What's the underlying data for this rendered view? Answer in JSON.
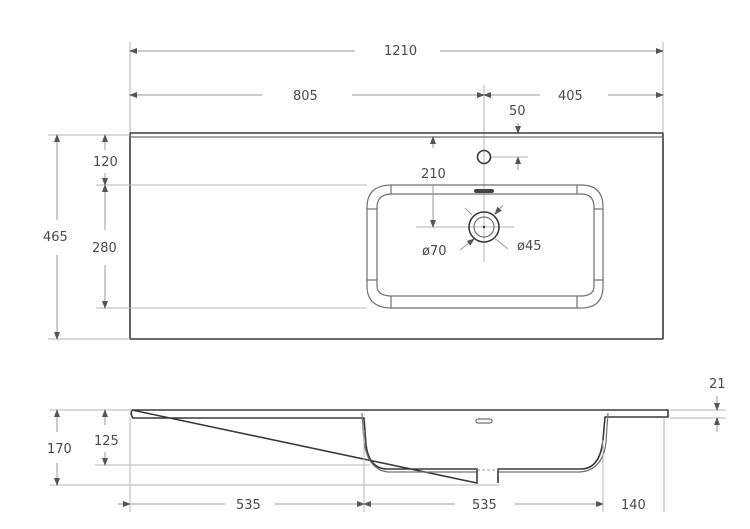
{
  "drawing": {
    "title": "Washbasin dimension drawing",
    "colors": {
      "outline": "#3a3a3a",
      "dimension_line": "#9a9a9a",
      "text": "#4a4a4a"
    },
    "top_view": {
      "overall_width": "1210",
      "left_section": "805",
      "right_section": "405",
      "tap_offset": "50",
      "overall_depth": "465",
      "front_to_bowl": "120",
      "bowl_depth": "280",
      "bowl_to_drain": "210",
      "drain_outer_diameter": "ø70",
      "drain_inner_diameter": "ø45"
    },
    "side_view": {
      "total_height": "170",
      "bowl_height": "125",
      "rim_thickness": "21",
      "left_section": "535",
      "bowl_width": "535",
      "right_section": "140"
    }
  }
}
